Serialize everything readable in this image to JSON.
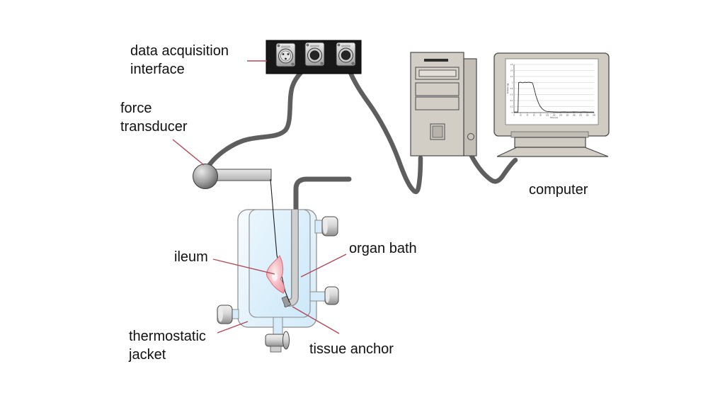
{
  "labels": {
    "daq": "data acquisition\ninterface",
    "force_transducer": "force\ntransducer",
    "computer": "computer",
    "ileum": "ileum",
    "organ_bath": "organ bath",
    "thermostatic_jacket": "thermostatic\njacket",
    "tissue_anchor": "tissue anchor"
  },
  "colors": {
    "leader_line_red": "#b04a5a",
    "cable_gray": "#5e5e5e",
    "daq_box_black": "#181818",
    "case_beige": "#d2cdc5",
    "bath_blue": "#d6ecfa",
    "tissue_pink": "#f2aab2"
  },
  "chart_data": {
    "type": "line",
    "title": "",
    "xlabel": "Time (s)",
    "ylabel": "Tension (g)",
    "xlim": [
      0,
      240
    ],
    "ylim": [
      0,
      1.6
    ],
    "xticks": [
      0,
      20,
      40,
      60,
      80,
      100,
      120,
      140,
      160,
      180,
      200,
      220,
      240
    ],
    "yticks": [
      0,
      0.2,
      0.4,
      0.6,
      0.8,
      1,
      1.2,
      1.4,
      1.6
    ],
    "grid": true,
    "legend": false,
    "points": [
      [
        0,
        0.02
      ],
      [
        12,
        0.02
      ],
      [
        14,
        1
      ],
      [
        20,
        1.01
      ],
      [
        26,
        0.99
      ],
      [
        32,
        1.01
      ],
      [
        38,
        1
      ],
      [
        44,
        1.01
      ],
      [
        50,
        1
      ],
      [
        55,
        0.99
      ],
      [
        58,
        0.9
      ],
      [
        62,
        0.72
      ],
      [
        66,
        0.55
      ],
      [
        70,
        0.42
      ],
      [
        74,
        0.31
      ],
      [
        78,
        0.22
      ],
      [
        82,
        0.16
      ],
      [
        86,
        0.11
      ],
      [
        90,
        0.08
      ],
      [
        95,
        0.05
      ],
      [
        100,
        0.04
      ],
      [
        110,
        0.03
      ],
      [
        120,
        0.025
      ],
      [
        135,
        0.02
      ],
      [
        150,
        0.025
      ],
      [
        165,
        0.02
      ],
      [
        180,
        0.025
      ],
      [
        195,
        0.02
      ],
      [
        210,
        0.025
      ],
      [
        225,
        0.02
      ],
      [
        240,
        0.02
      ]
    ]
  }
}
